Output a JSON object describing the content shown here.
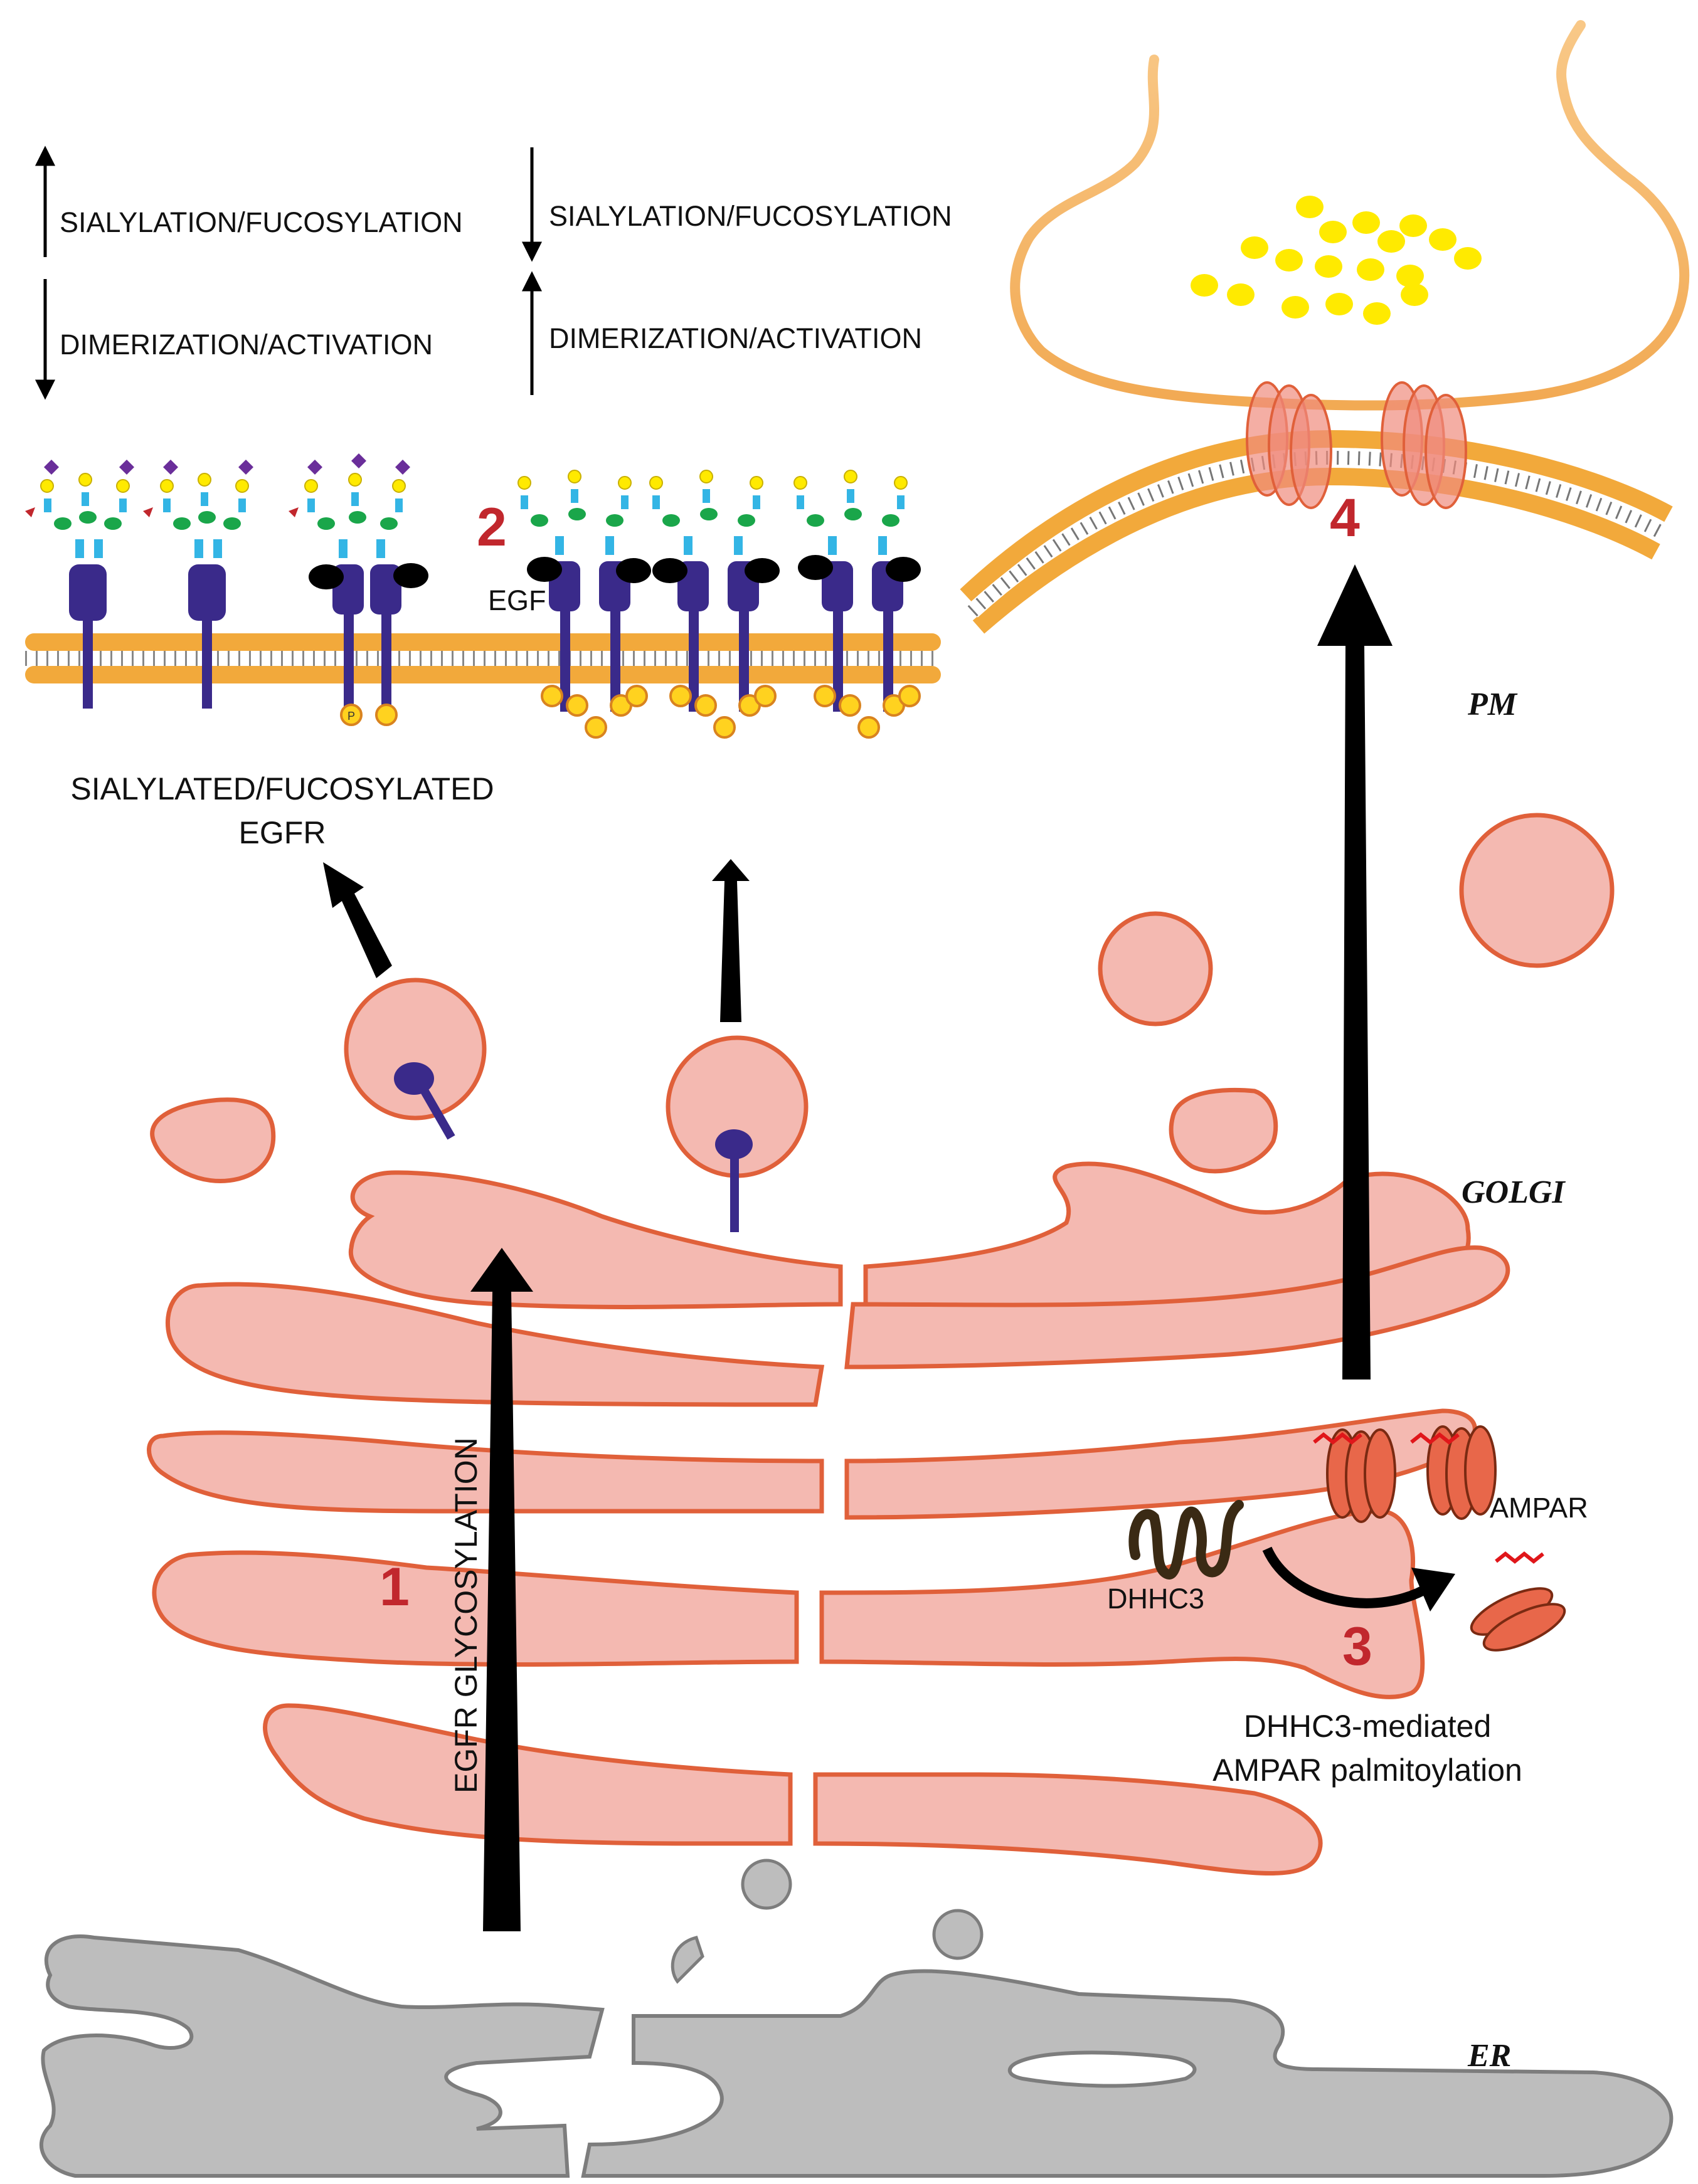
{
  "legend_left": {
    "row1": "SIALYLATION/FUCOSYLATION",
    "row2": "DIMERIZATION/ACTIVATION"
  },
  "legend_right": {
    "row1": "SIALYLATION/FUCOSYLATION",
    "row2": "DIMERIZATION/ACTIVATION"
  },
  "labels": {
    "egf": "EGF",
    "egfr_line1": "SIALYLATED/FUCOSYLATED",
    "egfr_line2": "EGFR",
    "pm": "PM",
    "golgi": "GOLGI",
    "er": "ER",
    "glycosylation": "EGFR GLYCOSYLATION",
    "ampar": "AMPAR",
    "dhhc3": "DHHC3",
    "palm_line1": "DHHC3-mediated",
    "palm_line2": "AMPAR  palmitoylation",
    "phospho": "P"
  },
  "step_numbers": {
    "n1": "1",
    "n2": "2",
    "n3": "3",
    "n4": "4"
  },
  "colors": {
    "golgi_fill": "#f4b9b1",
    "golgi_stroke": "#e0603a",
    "er_fill": "#bdbdbd",
    "er_stroke": "#7d7d7d",
    "membrane": "#f2a93b",
    "receptor": "#3a2a8a",
    "step_number": "#c1272d"
  }
}
